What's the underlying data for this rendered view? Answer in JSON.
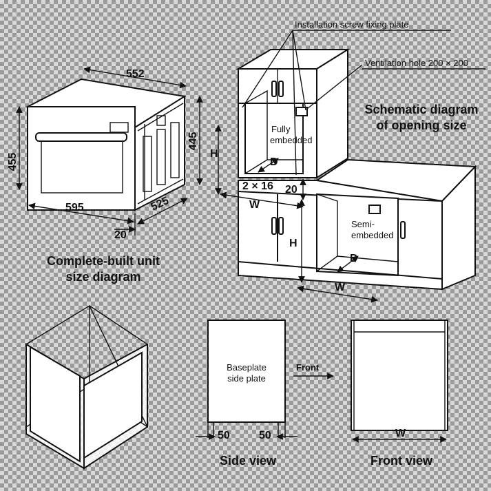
{
  "oven": {
    "width": "595",
    "height": "455",
    "top_width": "552",
    "depth": "525",
    "side_height": "445",
    "gap": "20"
  },
  "titles": {
    "complete_line1": "Complete-built unit",
    "complete_line2": "size diagram",
    "schematic_line1": "Schematic diagram",
    "schematic_line2": "of opening size",
    "side_view": "Side view",
    "front_view": "Front view"
  },
  "callouts": {
    "screw_plate": "Installation screw fixing plate",
    "ventilation": "Ventilation hole 200 × 200"
  },
  "cabinet": {
    "fully_line1": "Fully",
    "fully_line2": "embedded",
    "semi_line1": "Semi-",
    "semi_line2": "embedded",
    "H": "H",
    "D": "D",
    "W": "W",
    "screws": "2 × 16",
    "gap": "20"
  },
  "side": {
    "plate_line1": "Baseplate",
    "plate_line2": "side plate",
    "front": "Front",
    "left_dim": "50",
    "right_dim": "50"
  },
  "front": {
    "W": "W"
  }
}
